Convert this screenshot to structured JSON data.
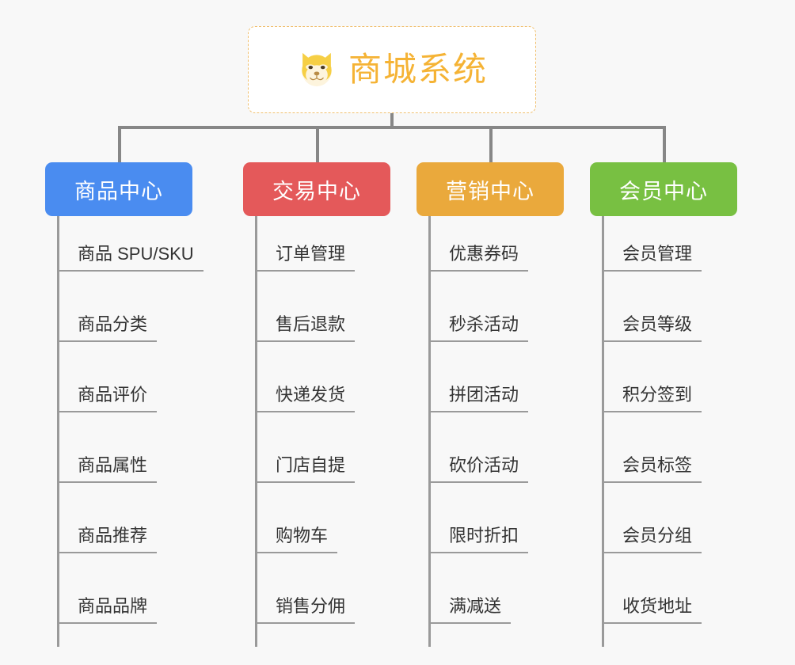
{
  "canvas": {
    "background": "#f8f8f8",
    "line_color": "#9a9a9a",
    "connector_color": "#878787"
  },
  "root": {
    "title": "商城系统",
    "icon": "shiba-dog-face-icon",
    "text_color": "#f5b335",
    "border_color": "#f0c070",
    "background": "#ffffff"
  },
  "branches": [
    {
      "label": "商品中心",
      "color": "#4a8cf0",
      "items": [
        "商品 SPU/SKU",
        "商品分类",
        "商品评价",
        "商品属性",
        "商品推荐",
        "商品品牌"
      ]
    },
    {
      "label": "交易中心",
      "color": "#e4595a",
      "items": [
        "订单管理",
        "售后退款",
        "快递发货",
        "门店自提",
        "购物车",
        "销售分佣"
      ]
    },
    {
      "label": "营销中心",
      "color": "#eaa93c",
      "items": [
        "优惠券码",
        "秒杀活动",
        "拼团活动",
        "砍价活动",
        "限时折扣",
        "满减送"
      ]
    },
    {
      "label": "会员中心",
      "color": "#78c042",
      "items": [
        "会员管理",
        "会员等级",
        "积分签到",
        "会员标签",
        "会员分组",
        "收货地址"
      ]
    }
  ]
}
